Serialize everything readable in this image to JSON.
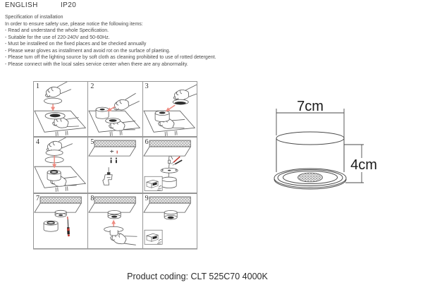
{
  "header": {
    "language": "ENGLISH",
    "protection_rating": "IP20"
  },
  "specification": {
    "title": "Specification of installation",
    "intro": "In order to ensure safety use, please notice the following items:",
    "items": [
      "- Read and understand the whole Specification.",
      "- Suitable for the use of 220-240V and 50-60Hz.",
      "- Must be installeed on the fixed places and be checked annually",
      "- Please wear gloves as installment and avoid rot on the surface of plaeting.",
      "- Please turn off the lighting source by soft cloth as cleaning prohibited to use of rotted detergent.",
      "- Please connect with the local sales service center when there are any abnormality."
    ]
  },
  "steps": {
    "numbers": [
      "1",
      "2",
      "3",
      "4",
      "5",
      "6",
      "7",
      "8",
      "9"
    ]
  },
  "product_drawing": {
    "width_label": "7cm",
    "height_label": "4cm"
  },
  "footer": {
    "product_coding": "Product coding: CLT 525C70 4000K"
  },
  "colors": {
    "arrow_red": "#ee8a80",
    "accent_red": "#c23b33",
    "drawing_line": "#5a5a5a",
    "dark_fill": "#2e2e2e",
    "grid_line": "#979797"
  }
}
